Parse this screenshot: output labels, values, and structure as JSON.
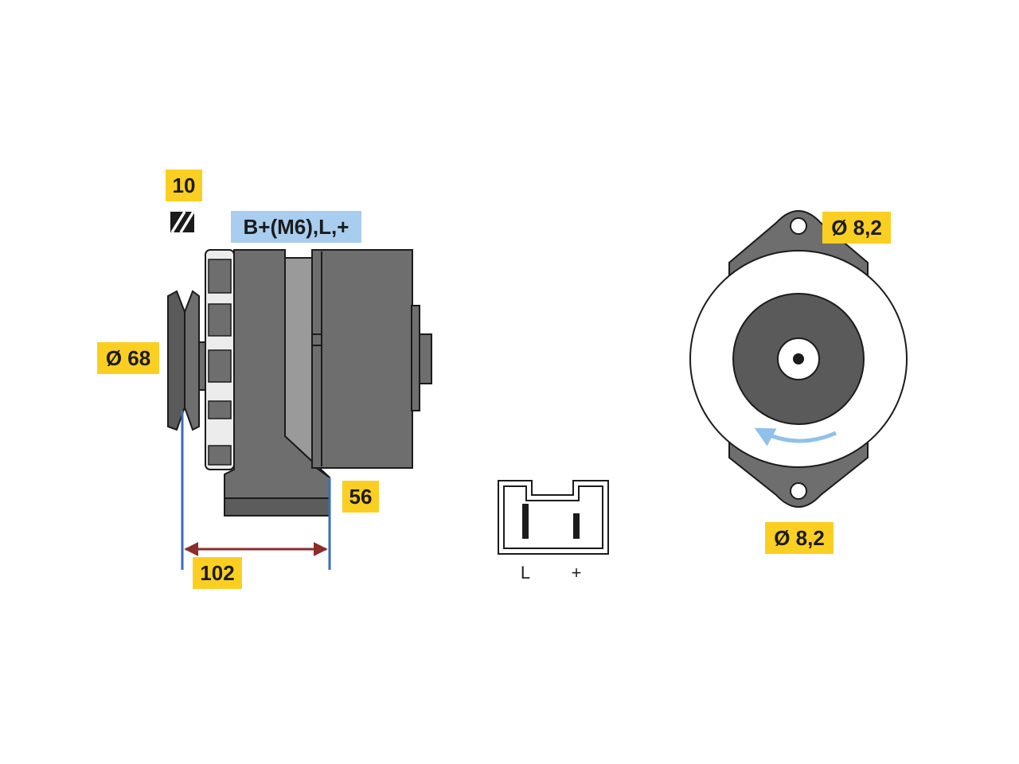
{
  "labels": {
    "pulleys": "10",
    "terminals": "B+(M6),L,+",
    "pulley_diameter": "Ø 68",
    "mount_offset": "56",
    "length": "102",
    "hole_top": "Ø 8,2",
    "hole_bottom": "Ø 8,2"
  },
  "connector": {
    "pin_left": "L",
    "pin_right": "+"
  },
  "colors": {
    "badge_yellow": "#fbcf21",
    "badge_blue": "#a8cdee",
    "housing": "#6e6e6e",
    "housing_dark": "#555555",
    "dimension_blue": "#3a6eb5",
    "dimension_red": "#8c2c2c",
    "rotation_arrow": "#8fc1ea"
  },
  "icons": {
    "belt_type": "hatch-icon",
    "rotation": "rotation-arrow-icon"
  }
}
